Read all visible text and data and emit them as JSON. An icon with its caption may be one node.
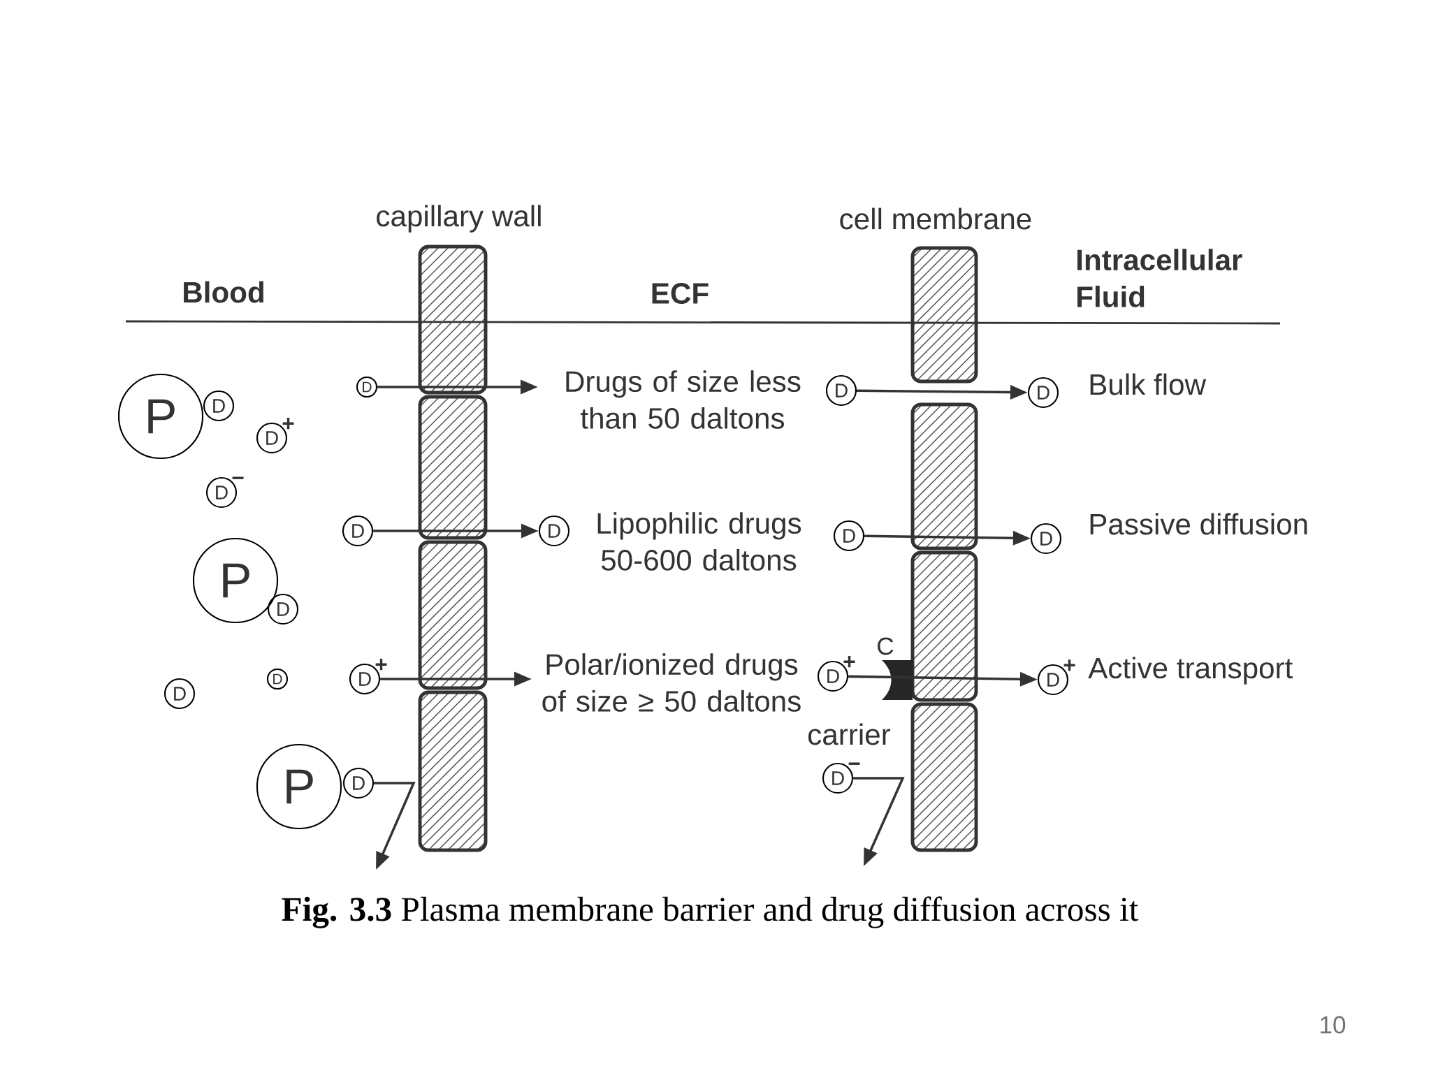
{
  "diagram": {
    "caption": "**Fig. 3.3** Plasma membrane barrier and drug diffusion across it",
    "nodes": [
      {
        "text": [
          "P"
        ]
      },
      {
        "text": [
          "D"
        ]
      },
      {
        "text": [
          "D"
        ],
        "beside": [
          "+"
        ]
      },
      {
        "text": [
          "D"
        ],
        "beside": [
          "−"
        ]
      },
      {
        "text": [
          "D"
        ]
      },
      {
        "text": [
          "D"
        ]
      },
      {
        "text": [
          "D"
        ]
      },
      {
        "text": [
          "D"
        ],
        "beside": [
          "+"
        ]
      },
      {
        "text": [
          "P"
        ]
      },
      {
        "text": [
          "D"
        ]
      },
      {
        "text": [
          "D"
        ]
      },
      {
        "text": [
          "D"
        ]
      },
      {
        "text": [
          "P"
        ]
      },
      {
        "text": [
          "D"
        ]
      },
      {
        "text": [
          "D"
        ]
      },
      {
        "text": [
          "D"
        ]
      },
      {
        "text": [
          "D"
        ]
      },
      {
        "text": [
          "D"
        ]
      },
      {
        "text": [
          "D"
        ],
        "beside": [
          "+"
        ]
      },
      {
        "text": [
          "D"
        ],
        "beside": [
          "+"
        ]
      },
      {
        "text": [
          "D"
        ],
        "beside": [
          "−"
        ]
      }
    ],
    "edges": [
      {
        "from": 4,
        "to": null,
        "arrow": "to"
      },
      {
        "from": 5,
        "to": 6,
        "arrow": "to"
      },
      {
        "from": 7,
        "to": null,
        "arrow": "to"
      },
      {
        "from": 13,
        "to": null,
        "arrow": "to"
      },
      {
        "from": 14,
        "to": 15,
        "arrow": "to"
      },
      {
        "from": 16,
        "to": 17,
        "arrow": "to"
      },
      {
        "from": 18,
        "to": 19,
        "arrow": "to"
      },
      {
        "from": 20,
        "to": null,
        "arrow": "to"
      }
    ],
    "labels": [
      "capillary wall",
      "cell membrane",
      "Blood",
      "ECF",
      "Intracellular Fluid",
      "Drugs of size less than 50 daltons",
      "Lipophilic drugs 50-600 daltons",
      "Polar/ionized drugs of size ≥ 50 daltons",
      "Bulk flow",
      "Passive diffusion",
      "Active transport",
      "C",
      "carrier",
      "10"
    ]
  }
}
